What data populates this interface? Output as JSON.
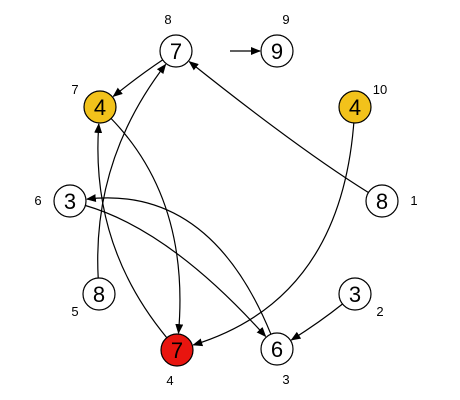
{
  "colors": {
    "background": "#ffffff",
    "stroke": "#000000",
    "plain_fill": "#ffffff",
    "highlight_yellow": "#f2c21b",
    "highlight_red": "#e8150f"
  },
  "nodes": [
    {
      "id": "n1",
      "value": "8",
      "index_label": "1",
      "fill": "plain"
    },
    {
      "id": "n2",
      "value": "3",
      "index_label": "2",
      "fill": "plain"
    },
    {
      "id": "n3",
      "value": "6",
      "index_label": "3",
      "fill": "plain"
    },
    {
      "id": "n4",
      "value": "7",
      "index_label": "4",
      "fill": "red"
    },
    {
      "id": "n5",
      "value": "8",
      "index_label": "5",
      "fill": "plain"
    },
    {
      "id": "n6",
      "value": "3",
      "index_label": "6",
      "fill": "plain"
    },
    {
      "id": "n7",
      "value": "4",
      "index_label": "7",
      "fill": "yellow"
    },
    {
      "id": "n8",
      "value": "7",
      "index_label": "8",
      "fill": "plain"
    },
    {
      "id": "n9",
      "value": "9",
      "index_label": "9",
      "fill": "plain"
    },
    {
      "id": "n10",
      "value": "4",
      "index_label": "10",
      "fill": "yellow"
    }
  ],
  "edges": [
    {
      "from": "n1",
      "to": "n8"
    },
    {
      "from": "n2",
      "to": "n3"
    },
    {
      "from": "n3",
      "to": "n6"
    },
    {
      "from": "n4",
      "to": "n7"
    },
    {
      "from": "n5",
      "to": "n8"
    },
    {
      "from": "n6",
      "to": "n3"
    },
    {
      "from": "n7",
      "to": "n4"
    },
    {
      "from": "n8",
      "to": "n7"
    },
    {
      "from": "n10",
      "to": "n4"
    },
    {
      "from": "stub",
      "to": "n9"
    }
  ]
}
